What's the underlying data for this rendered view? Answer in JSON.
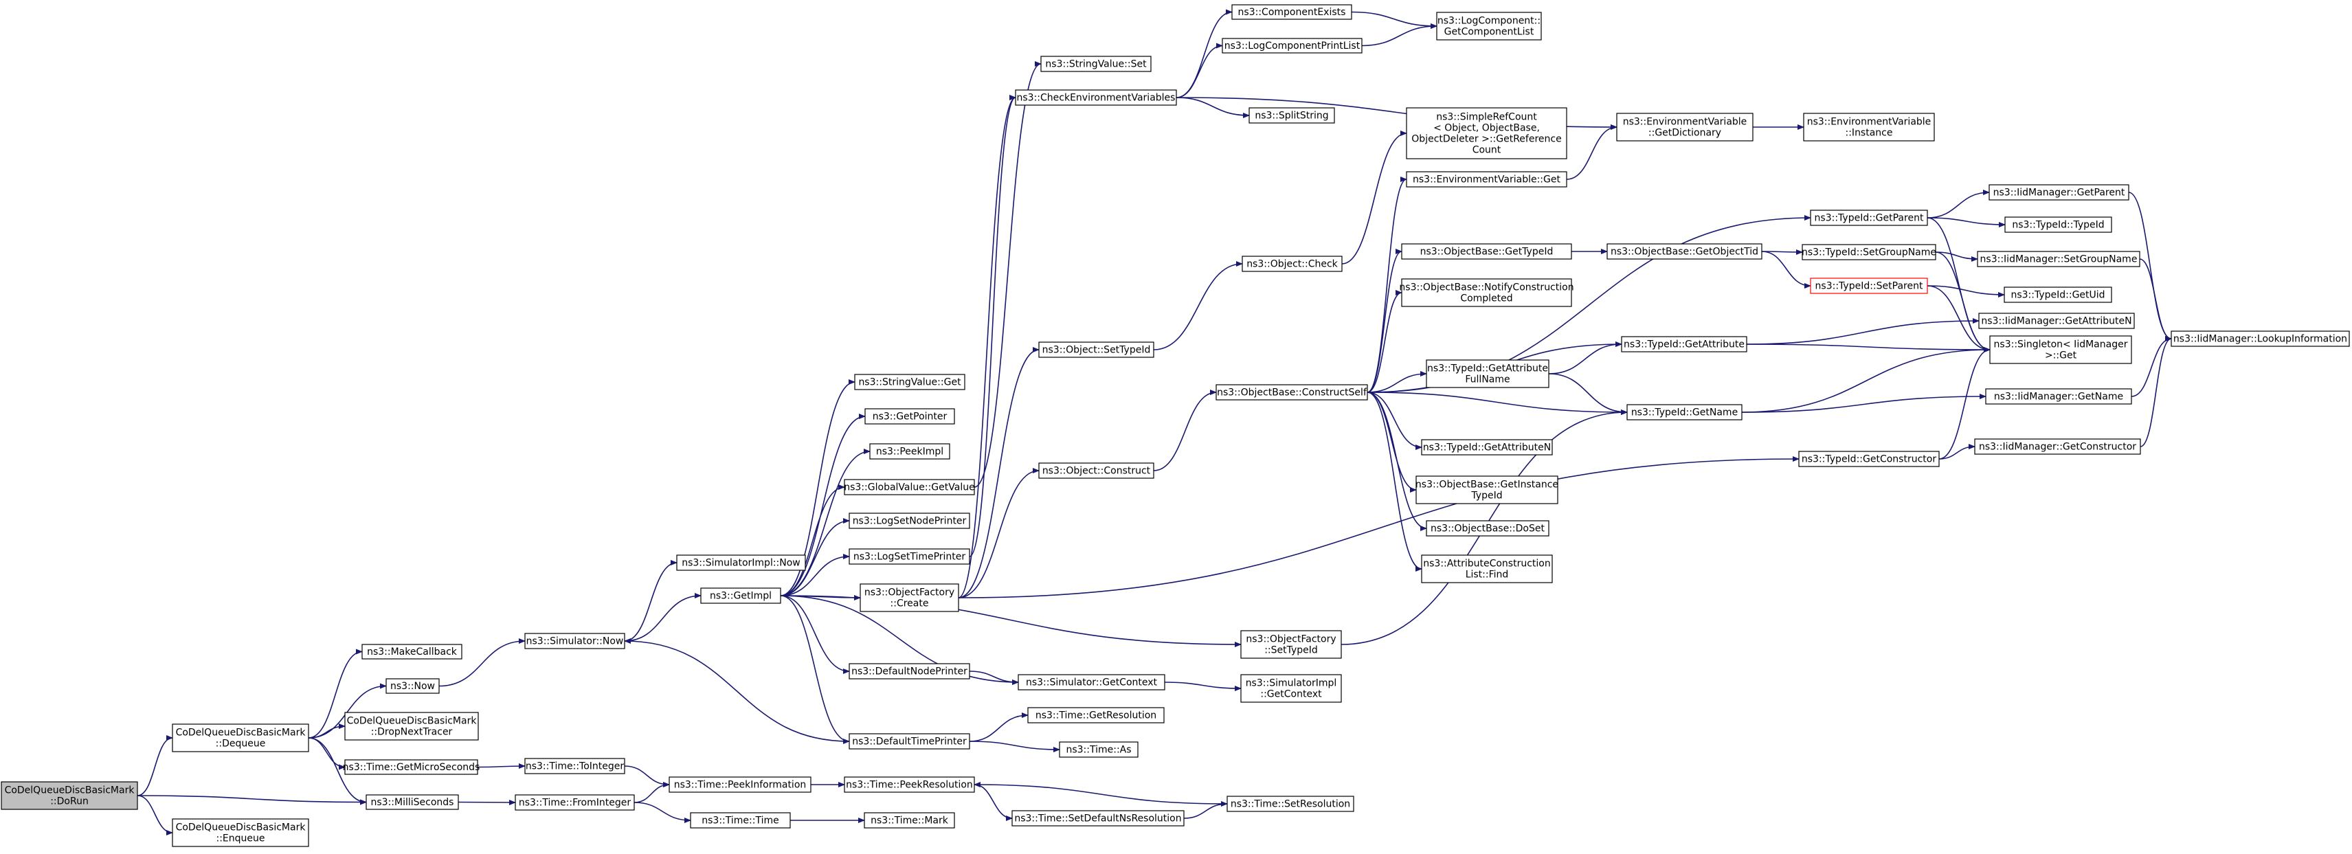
{
  "colors": {
    "edge": "#191970",
    "node_border": "#000000",
    "node_fill": "#ffffff",
    "root_fill": "#bfbfbf",
    "highlight_border": "#ff0000"
  },
  "nodes": [
    {
      "id": "doRun",
      "lines": [
        "CoDelQueueDiscBasicMark",
        "::DoRun"
      ],
      "root": true
    },
    {
      "id": "dequeue",
      "lines": [
        "CoDelQueueDiscBasicMark",
        "::Dequeue"
      ]
    },
    {
      "id": "enqueue",
      "lines": [
        "CoDelQueueDiscBasicMark",
        "::Enqueue"
      ]
    },
    {
      "id": "milliSeconds",
      "lines": [
        "ns3::MilliSeconds"
      ]
    },
    {
      "id": "makeCallback",
      "lines": [
        "ns3::MakeCallback"
      ]
    },
    {
      "id": "now",
      "lines": [
        "ns3::Now"
      ]
    },
    {
      "id": "dropNext",
      "lines": [
        "CoDelQueueDiscBasicMark",
        "::DropNextTracer"
      ]
    },
    {
      "id": "getMicro",
      "lines": [
        "ns3::Time::GetMicroSeconds"
      ]
    },
    {
      "id": "simNow",
      "lines": [
        "ns3::Simulator::Now"
      ]
    },
    {
      "id": "toInteger",
      "lines": [
        "ns3::Time::ToInteger"
      ]
    },
    {
      "id": "fromInteger",
      "lines": [
        "ns3::Time::FromInteger"
      ]
    },
    {
      "id": "simImplNow",
      "lines": [
        "ns3::SimulatorImpl::Now"
      ]
    },
    {
      "id": "getImpl",
      "lines": [
        "ns3::GetImpl"
      ]
    },
    {
      "id": "peekInfo",
      "lines": [
        "ns3::Time::PeekInformation"
      ]
    },
    {
      "id": "timeTime",
      "lines": [
        "ns3::Time::Time"
      ]
    },
    {
      "id": "strGet",
      "lines": [
        "ns3::StringValue::Get"
      ]
    },
    {
      "id": "getPointer",
      "lines": [
        "ns3::GetPointer"
      ]
    },
    {
      "id": "peekImpl",
      "lines": [
        "ns3::PeekImpl"
      ]
    },
    {
      "id": "gvGetValue",
      "lines": [
        "ns3::GlobalValue::GetValue"
      ]
    },
    {
      "id": "logSetNode",
      "lines": [
        "ns3::LogSetNodePrinter"
      ]
    },
    {
      "id": "logSetTime",
      "lines": [
        "ns3::LogSetTimePrinter"
      ]
    },
    {
      "id": "ofCreate",
      "lines": [
        "ns3::ObjectFactory",
        "::Create"
      ]
    },
    {
      "id": "defNodePrinter",
      "lines": [
        "ns3::DefaultNodePrinter"
      ]
    },
    {
      "id": "defTimePrinter",
      "lines": [
        "ns3::DefaultTimePrinter"
      ]
    },
    {
      "id": "peekRes",
      "lines": [
        "ns3::Time::PeekResolution"
      ]
    },
    {
      "id": "timeMark",
      "lines": [
        "ns3::Time::Mark"
      ]
    },
    {
      "id": "strSet",
      "lines": [
        "ns3::StringValue::Set"
      ]
    },
    {
      "id": "checkEnv",
      "lines": [
        "ns3::CheckEnvironmentVariables"
      ]
    },
    {
      "id": "objSetTypeId",
      "lines": [
        "ns3::Object::SetTypeId"
      ]
    },
    {
      "id": "objConstruct",
      "lines": [
        "ns3::Object::Construct"
      ]
    },
    {
      "id": "simGetContext",
      "lines": [
        "ns3::Simulator::GetContext"
      ]
    },
    {
      "id": "timeGetRes",
      "lines": [
        "ns3::Time::GetResolution"
      ]
    },
    {
      "id": "timeAs",
      "lines": [
        "ns3::Time::As"
      ]
    },
    {
      "id": "setDefNsRes",
      "lines": [
        "ns3::Time::SetDefaultNsResolution"
      ]
    },
    {
      "id": "compExists",
      "lines": [
        "ns3::ComponentExists"
      ]
    },
    {
      "id": "logCompPrint",
      "lines": [
        "ns3::LogComponentPrintList"
      ]
    },
    {
      "id": "splitString",
      "lines": [
        "ns3::SplitString"
      ]
    },
    {
      "id": "objCheck",
      "lines": [
        "ns3::Object::Check"
      ]
    },
    {
      "id": "obConstructSelf",
      "lines": [
        "ns3::ObjectBase::ConstructSelf"
      ]
    },
    {
      "id": "ofSetTypeId",
      "lines": [
        "ns3::ObjectFactory",
        "::SetTypeId"
      ]
    },
    {
      "id": "simImplGetCtx",
      "lines": [
        "ns3::SimulatorImpl",
        "::GetContext"
      ]
    },
    {
      "id": "setRes",
      "lines": [
        "ns3::Time::SetResolution"
      ]
    },
    {
      "id": "getCompList",
      "lines": [
        "ns3::LogComponent::",
        "GetComponentList"
      ]
    },
    {
      "id": "simpleRefCount",
      "lines": [
        "ns3::SimpleRefCount",
        "< Object, ObjectBase,",
        "ObjectDeleter >::GetReference",
        "Count"
      ]
    },
    {
      "id": "envGet",
      "lines": [
        "ns3::EnvironmentVariable::Get"
      ]
    },
    {
      "id": "obGetTypeId",
      "lines": [
        "ns3::ObjectBase::GetTypeId"
      ]
    },
    {
      "id": "obNotify",
      "lines": [
        "ns3::ObjectBase::NotifyConstruction",
        "Completed"
      ]
    },
    {
      "id": "tidGetAttrFull",
      "lines": [
        "ns3::TypeId::GetAttribute",
        "FullName"
      ]
    },
    {
      "id": "tidGetAttrN",
      "lines": [
        "ns3::TypeId::GetAttributeN"
      ]
    },
    {
      "id": "obGetInstance",
      "lines": [
        "ns3::ObjectBase::GetInstance",
        "TypeId"
      ]
    },
    {
      "id": "obDoSet",
      "lines": [
        "ns3::ObjectBase::DoSet"
      ]
    },
    {
      "id": "attrFind",
      "lines": [
        "ns3::AttributeConstruction",
        "List::Find"
      ]
    },
    {
      "id": "envGetDict",
      "lines": [
        "ns3::EnvironmentVariable",
        "::GetDictionary"
      ]
    },
    {
      "id": "obGetObjectTid",
      "lines": [
        "ns3::ObjectBase::GetObjectTid"
      ]
    },
    {
      "id": "tidGetAttr",
      "lines": [
        "ns3::TypeId::GetAttribute"
      ]
    },
    {
      "id": "tidGetName",
      "lines": [
        "ns3::TypeId::GetName"
      ]
    },
    {
      "id": "envInstance",
      "lines": [
        "ns3::EnvironmentVariable",
        "::Instance"
      ]
    },
    {
      "id": "tidGetParent",
      "lines": [
        "ns3::TypeId::GetParent"
      ]
    },
    {
      "id": "tidSetGroupName",
      "lines": [
        "ns3::TypeId::SetGroupName"
      ]
    },
    {
      "id": "tidSetParent",
      "lines": [
        "ns3::TypeId::SetParent"
      ],
      "red": true
    },
    {
      "id": "tidGetConstructor",
      "lines": [
        "ns3::TypeId::GetConstructor"
      ]
    },
    {
      "id": "iidGetParent",
      "lines": [
        "ns3::IidManager::GetParent"
      ]
    },
    {
      "id": "tidTypeId",
      "lines": [
        "ns3::TypeId::TypeId"
      ]
    },
    {
      "id": "iidSetGroupName",
      "lines": [
        "ns3::IidManager::SetGroupName"
      ]
    },
    {
      "id": "tidGetUid",
      "lines": [
        "ns3::TypeId::GetUid"
      ]
    },
    {
      "id": "iidGetAttrN",
      "lines": [
        "ns3::IidManager::GetAttributeN"
      ]
    },
    {
      "id": "singletonGet",
      "lines": [
        "ns3::Singleton< IidManager",
        ">::Get"
      ]
    },
    {
      "id": "iidGetName",
      "lines": [
        "ns3::IidManager::GetName"
      ]
    },
    {
      "id": "iidGetConstructor",
      "lines": [
        "ns3::IidManager::GetConstructor"
      ]
    },
    {
      "id": "iidLookup",
      "lines": [
        "ns3::IidManager::LookupInformation"
      ]
    }
  ],
  "edges": [
    [
      "doRun",
      "dequeue"
    ],
    [
      "doRun",
      "enqueue"
    ],
    [
      "doRun",
      "milliSeconds"
    ],
    [
      "dequeue",
      "makeCallback"
    ],
    [
      "dequeue",
      "now"
    ],
    [
      "dequeue",
      "dropNext"
    ],
    [
      "dequeue",
      "getMicro"
    ],
    [
      "dequeue",
      "milliSeconds"
    ],
    [
      "milliSeconds",
      "fromInteger"
    ],
    [
      "now",
      "simNow"
    ],
    [
      "getMicro",
      "toInteger"
    ],
    [
      "simNow",
      "simImplNow"
    ],
    [
      "simNow",
      "getImpl"
    ],
    [
      "toInteger",
      "peekInfo"
    ],
    [
      "fromInteger",
      "peekInfo"
    ],
    [
      "fromInteger",
      "timeTime"
    ],
    [
      "getImpl",
      "strGet"
    ],
    [
      "getImpl",
      "getPointer"
    ],
    [
      "getImpl",
      "peekImpl"
    ],
    [
      "getImpl",
      "gvGetValue"
    ],
    [
      "getImpl",
      "logSetNode"
    ],
    [
      "getImpl",
      "logSetTime"
    ],
    [
      "getImpl",
      "ofCreate"
    ],
    [
      "getImpl",
      "defNodePrinter"
    ],
    [
      "getImpl",
      "defTimePrinter"
    ],
    [
      "getImpl",
      "simGetContext"
    ],
    [
      "getImpl",
      "ofSetTypeId"
    ],
    [
      "peekInfo",
      "peekRes"
    ],
    [
      "timeTime",
      "timeMark"
    ],
    [
      "gvGetValue",
      "strSet"
    ],
    [
      "logSetTime",
      "checkEnv"
    ],
    [
      "ofCreate",
      "objSetTypeId"
    ],
    [
      "ofCreate",
      "objConstruct"
    ],
    [
      "ofCreate",
      "checkEnv"
    ],
    [
      "ofCreate",
      "tidGetConstructor"
    ],
    [
      "defNodePrinter",
      "simGetContext"
    ],
    [
      "defTimePrinter",
      "timeGetRes"
    ],
    [
      "defTimePrinter",
      "timeAs"
    ],
    [
      "defTimePrinter",
      "simNow"
    ],
    [
      "peekRes",
      "setDefNsRes"
    ],
    [
      "checkEnv",
      "compExists"
    ],
    [
      "checkEnv",
      "logCompPrint"
    ],
    [
      "checkEnv",
      "splitString"
    ],
    [
      "checkEnv",
      "envGetDict"
    ],
    [
      "objSetTypeId",
      "objCheck"
    ],
    [
      "objConstruct",
      "obConstructSelf"
    ],
    [
      "simGetContext",
      "simImplGetCtx"
    ],
    [
      "setDefNsRes",
      "setRes"
    ],
    [
      "setRes",
      "peekRes"
    ],
    [
      "compExists",
      "getCompList"
    ],
    [
      "logCompPrint",
      "getCompList"
    ],
    [
      "objCheck",
      "simpleRefCount"
    ],
    [
      "obConstructSelf",
      "envGet"
    ],
    [
      "obConstructSelf",
      "obGetTypeId"
    ],
    [
      "obConstructSelf",
      "obNotify"
    ],
    [
      "obConstructSelf",
      "tidGetAttrFull"
    ],
    [
      "obConstructSelf",
      "tidGetAttrN"
    ],
    [
      "obConstructSelf",
      "obGetInstance"
    ],
    [
      "obConstructSelf",
      "obDoSet"
    ],
    [
      "obConstructSelf",
      "attrFind"
    ],
    [
      "obConstructSelf",
      "tidGetAttr"
    ],
    [
      "obConstructSelf",
      "tidGetName"
    ],
    [
      "obConstructSelf",
      "tidGetParent"
    ],
    [
      "ofSetTypeId",
      "tidGetName"
    ],
    [
      "envGet",
      "envGetDict"
    ],
    [
      "obGetTypeId",
      "obGetObjectTid"
    ],
    [
      "tidGetAttrFull",
      "tidGetAttr"
    ],
    [
      "tidGetAttrFull",
      "tidGetName"
    ],
    [
      "envGetDict",
      "envInstance"
    ],
    [
      "obGetObjectTid",
      "tidSetGroupName"
    ],
    [
      "obGetObjectTid",
      "tidSetParent"
    ],
    [
      "tidGetAttr",
      "iidGetAttrN"
    ],
    [
      "tidGetAttr",
      "singletonGet"
    ],
    [
      "tidGetName",
      "iidGetName"
    ],
    [
      "tidGetName",
      "singletonGet"
    ],
    [
      "tidGetParent",
      "iidGetParent"
    ],
    [
      "tidGetParent",
      "tidTypeId"
    ],
    [
      "tidGetParent",
      "singletonGet"
    ],
    [
      "tidSetGroupName",
      "iidSetGroupName"
    ],
    [
      "tidSetGroupName",
      "singletonGet"
    ],
    [
      "tidSetParent",
      "tidGetUid"
    ],
    [
      "tidSetParent",
      "singletonGet"
    ],
    [
      "tidGetConstructor",
      "iidGetConstructor"
    ],
    [
      "tidGetConstructor",
      "singletonGet"
    ],
    [
      "iidGetParent",
      "iidLookup"
    ],
    [
      "iidSetGroupName",
      "iidLookup"
    ],
    [
      "iidGetName",
      "iidLookup"
    ],
    [
      "iidGetConstructor",
      "iidLookup"
    ]
  ]
}
